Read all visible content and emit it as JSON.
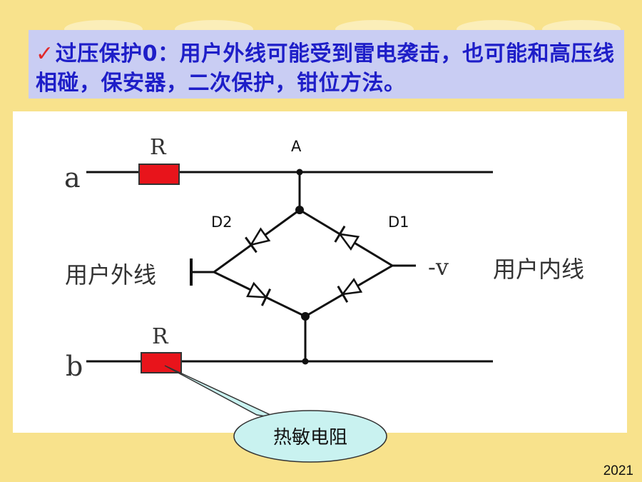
{
  "slide": {
    "check_mark": "✓",
    "title": "过压保护0：用户外线可能受到雷电袭击，也可能和高压线相碰，保安器，二次保护，钳位方法。",
    "year": "2021"
  },
  "diagram": {
    "line_a_label": "a",
    "line_b_label": "b",
    "resistor_top_label": "R",
    "resistor_bottom_label": "R",
    "node_a_label": "A",
    "diode_left_label": "D2",
    "diode_right_label": "D1",
    "outer_line_label": "用户外线",
    "inner_line_label": "用户内线",
    "voltage_label": "-v",
    "callout_text": "热敏电阻"
  },
  "colors": {
    "background": "#F8E28C",
    "banner": "#C9CDF3",
    "banner_text": "#1E1EC8",
    "resistor_fill": "#E8141B",
    "callout_fill": "#C9F2F0",
    "check": "#E0282A"
  }
}
